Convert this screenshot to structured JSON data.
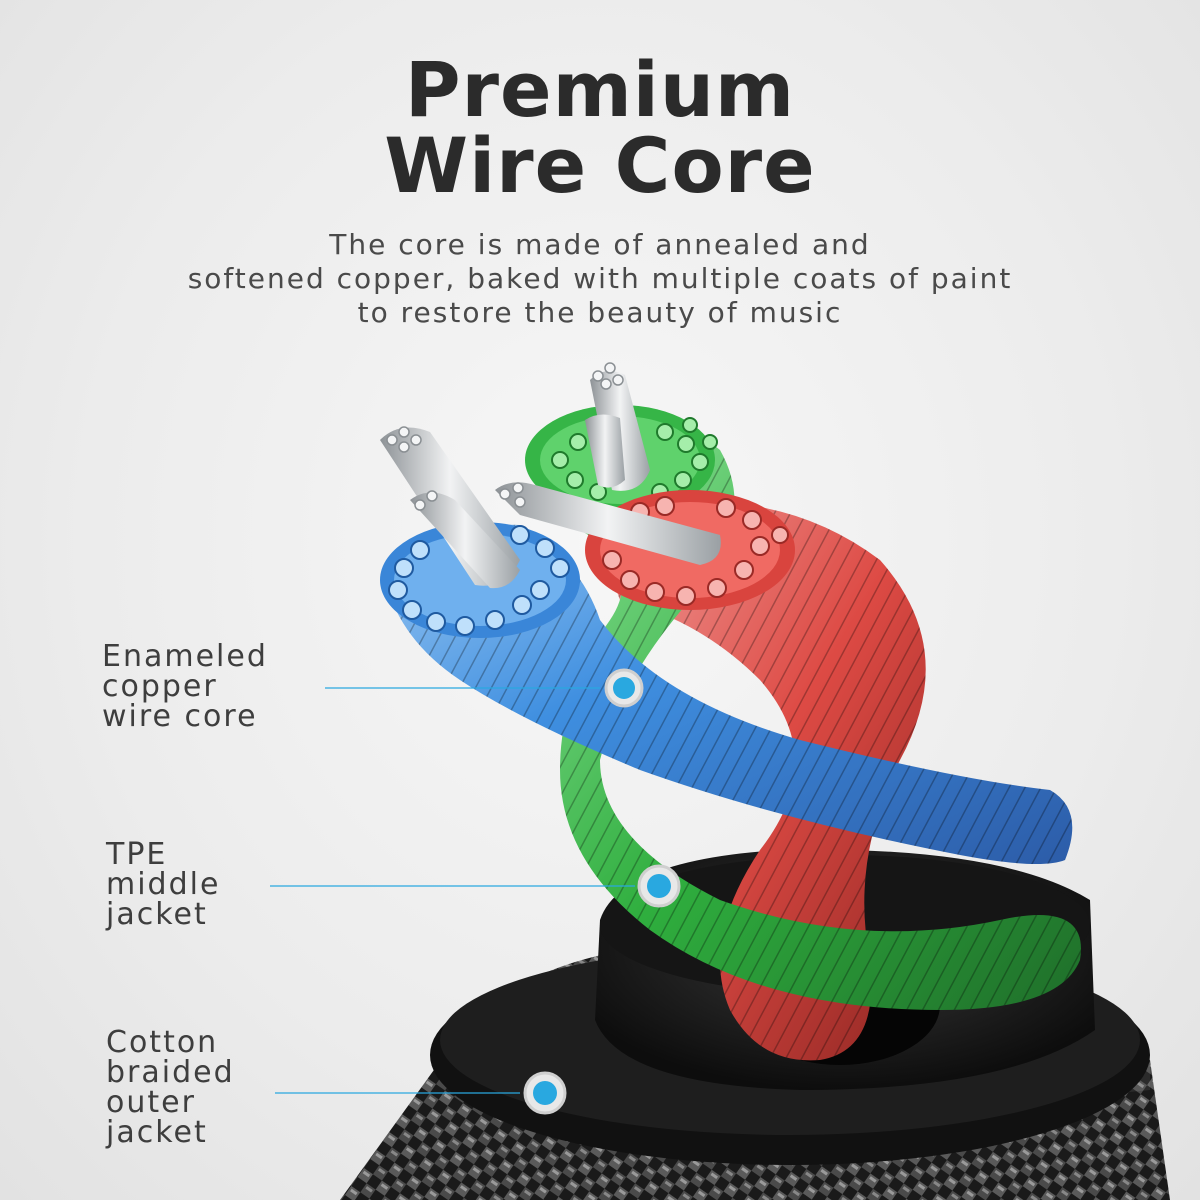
{
  "header": {
    "title_line1": "Premium",
    "title_line2": "Wire Core"
  },
  "description": {
    "line1": "The core is made of annealed and",
    "line2": "softened copper, baked with multiple coats of paint",
    "line3": "to restore the beauty of music"
  },
  "callouts": [
    {
      "lines": [
        "Enameled",
        "copper",
        "wire core"
      ]
    },
    {
      "lines": [
        "TPE",
        "middle",
        "jacket"
      ]
    },
    {
      "lines": [
        "Cotton",
        "braided",
        "outer",
        "jacket"
      ]
    }
  ],
  "colors": {
    "accent_dot": "#29a8e0",
    "wire_blue": "#3f8fe0",
    "wire_green": "#3dbb4a",
    "wire_red": "#e0453f",
    "strand_silver": "#c9ced2",
    "jacket_black": "#1c1c1c"
  }
}
